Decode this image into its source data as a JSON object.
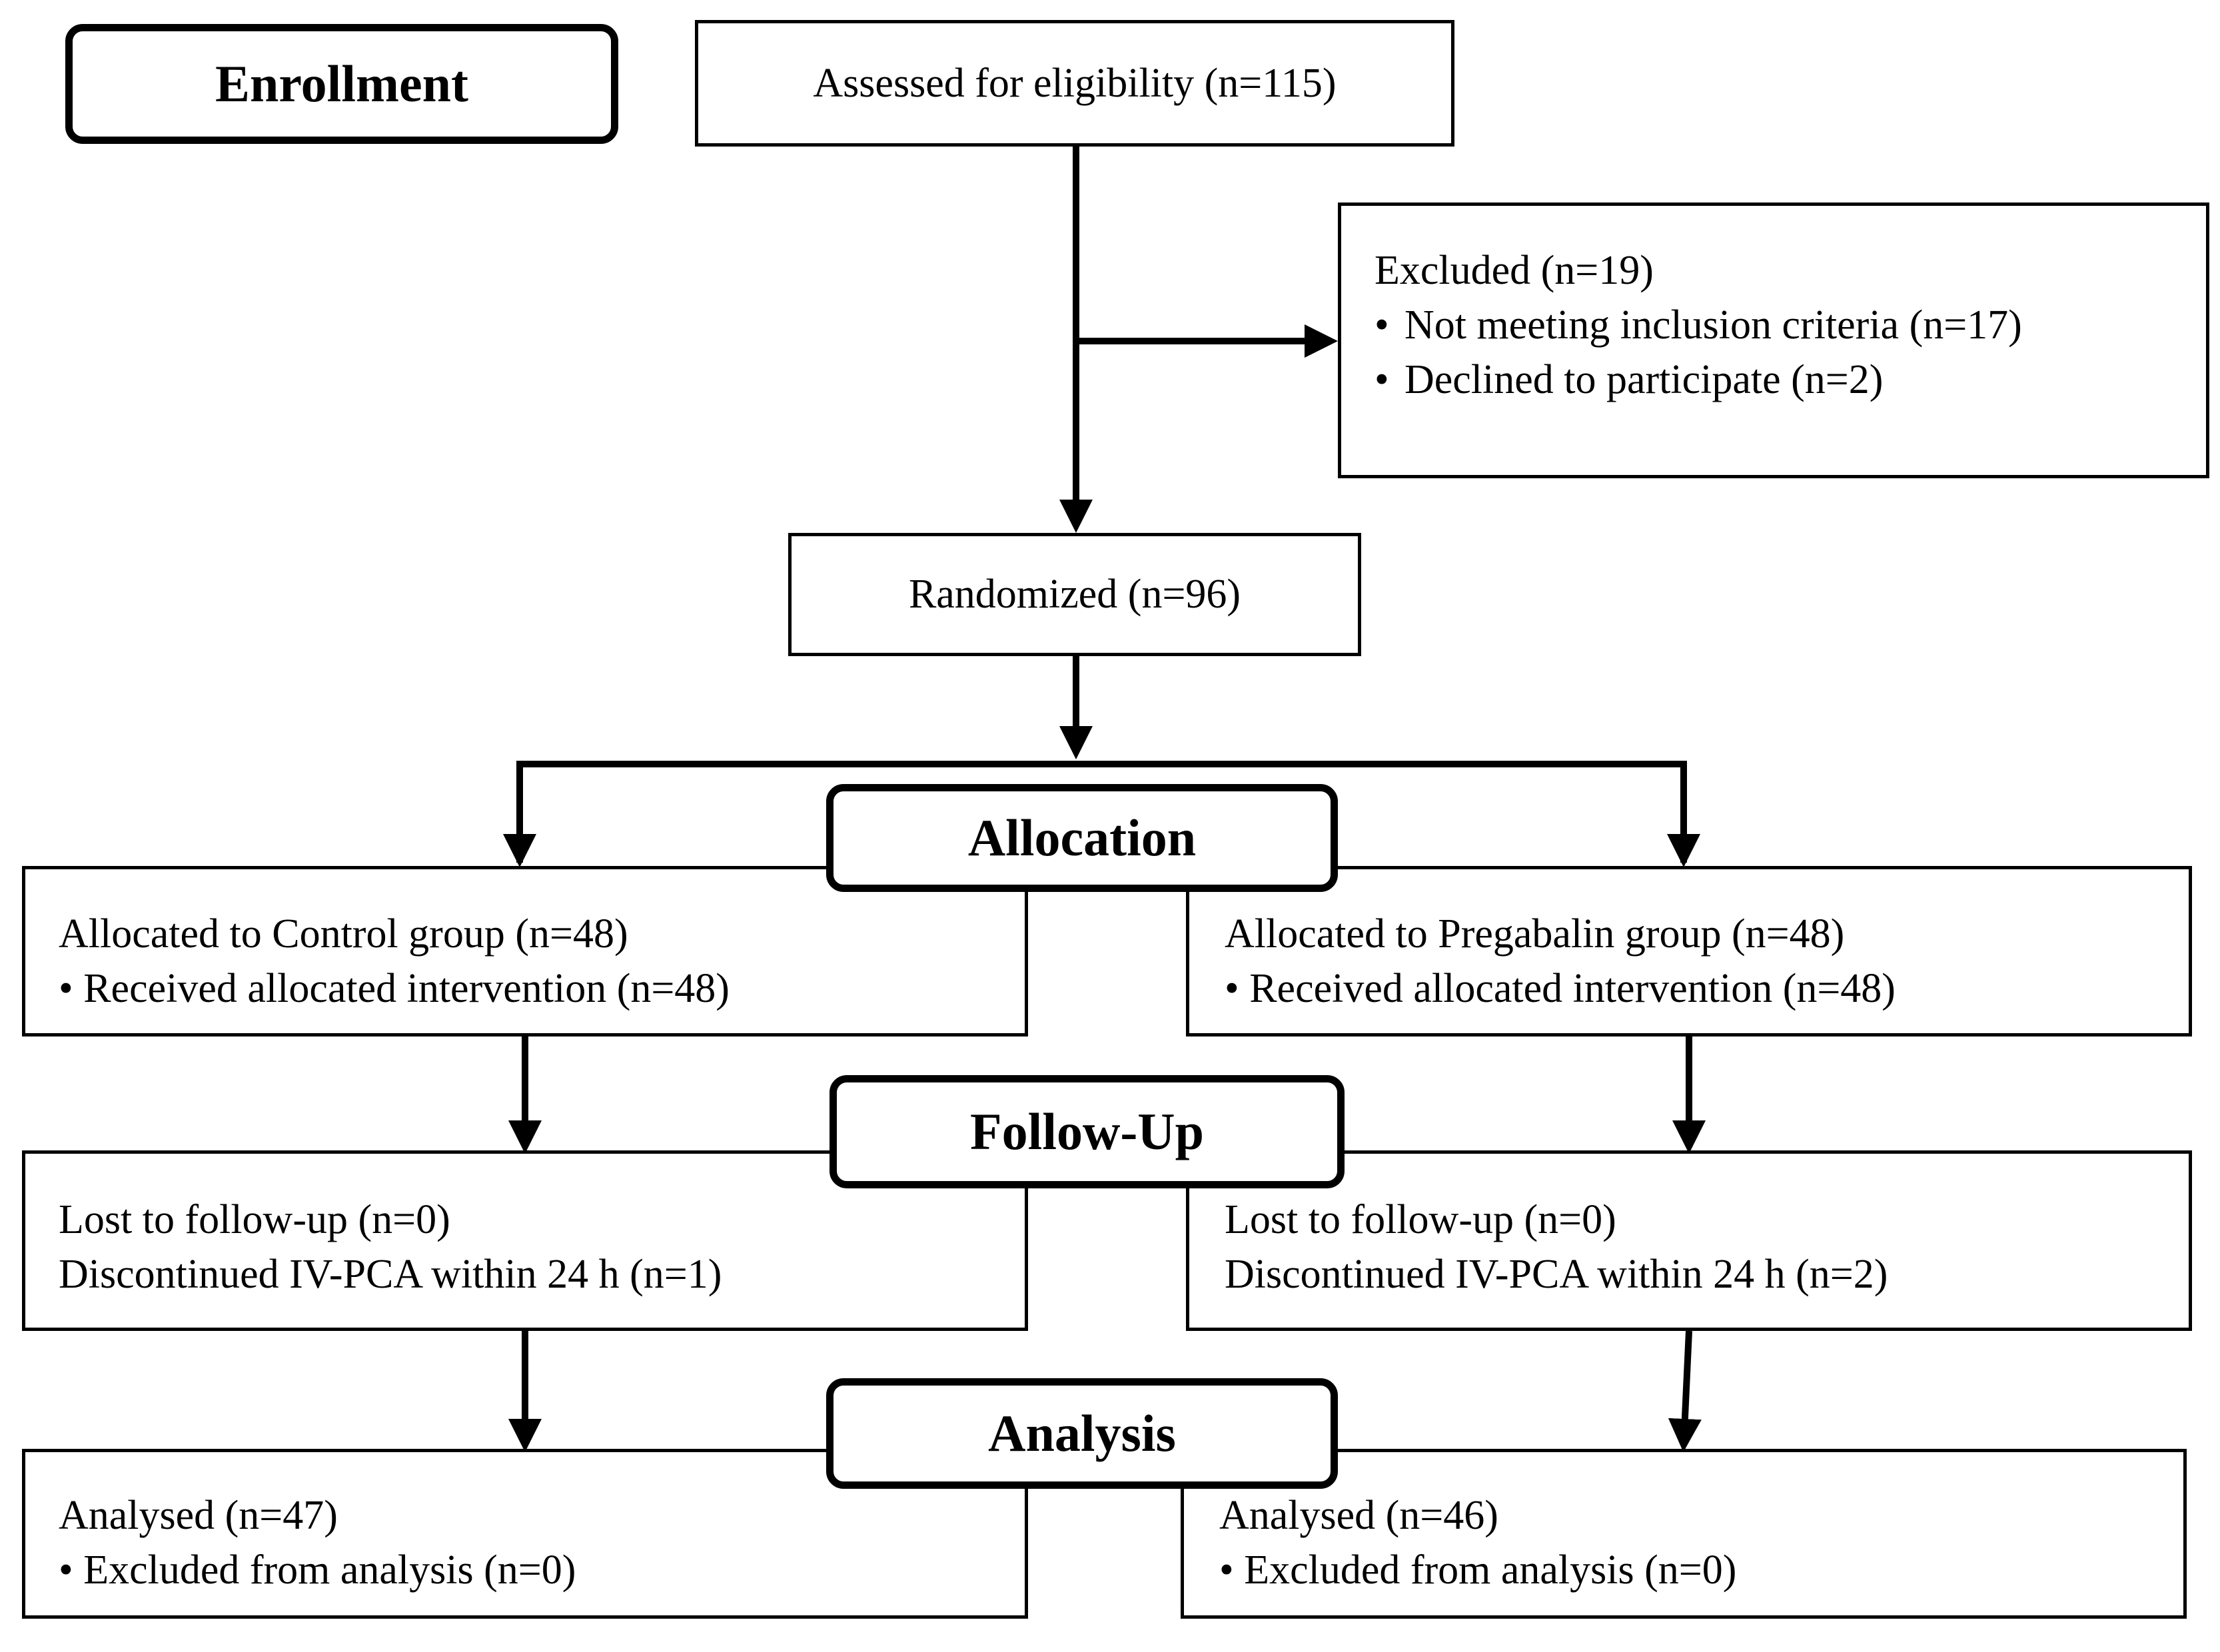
{
  "stages": {
    "enrollment": "Enrollment",
    "allocation": "Allocation",
    "follow_up": "Follow-Up",
    "analysis": "Analysis"
  },
  "assessed": "Assessed for eligibility (n=115)",
  "excluded": {
    "title": "Excluded (n=19)",
    "items": [
      "Not meeting inclusion criteria (n=17)",
      "Declined to participate (n=2)"
    ],
    "bullet": "•"
  },
  "randomized": "Randomized (n=96)",
  "control": {
    "allocation": {
      "title": "Allocated to Control group (n=48)",
      "item": "• Received allocated intervention (n=48)"
    },
    "follow_up": {
      "line1": "Lost to follow-up (n=0)",
      "line2": "Discontinued IV-PCA within 24 h (n=1)"
    },
    "analysis": {
      "title": "Analysed (n=47)",
      "item": "• Excluded from analysis (n=0)"
    }
  },
  "pregabalin": {
    "allocation": {
      "title": "Allocated to Pregabalin group (n=48)",
      "item": "• Received allocated intervention (n=48)"
    },
    "follow_up": {
      "line1": "Lost to follow-up (n=0)",
      "line2": "Discontinued IV-PCA within 24 h (n=2)"
    },
    "analysis": {
      "title": "Analysed (n=46)",
      "item": "• Excluded from analysis (n=0)"
    }
  },
  "colors": {
    "line": "#000000",
    "background": "#ffffff"
  }
}
